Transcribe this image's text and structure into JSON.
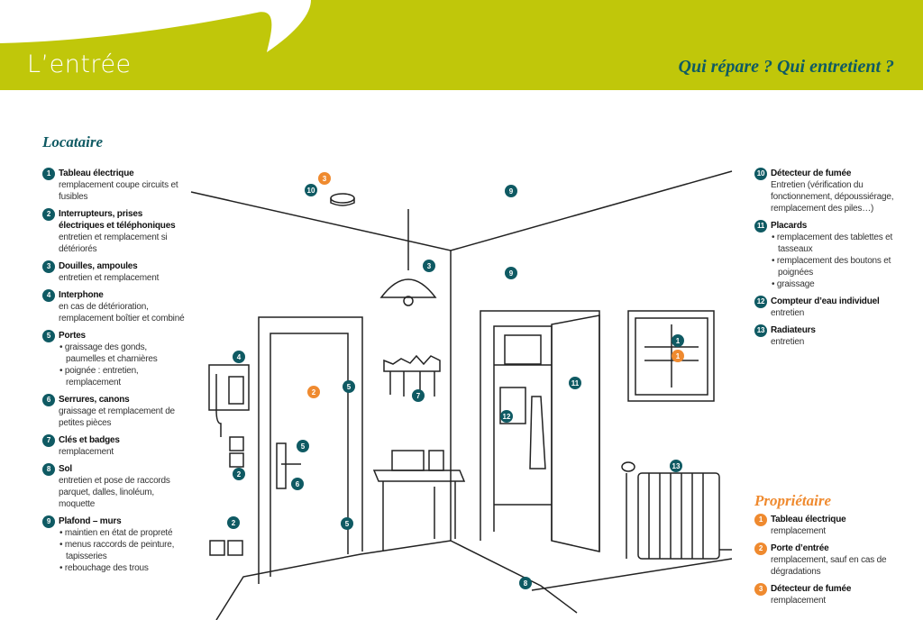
{
  "header": {
    "title": "L’entrée",
    "subtitle": "Qui répare ? Qui entretient ?"
  },
  "colors": {
    "brand_green": "#c0c70a",
    "teal": "#0f5a63",
    "orange": "#ef8a2f"
  },
  "locataire": {
    "heading": "Locataire",
    "items": [
      {
        "n": "1",
        "title": "Tableau électrique",
        "desc": [
          "remplacement coupe circuits et fusibles"
        ],
        "bullets": []
      },
      {
        "n": "2",
        "title": "Interrupteurs, prises électriques et téléphoniques",
        "desc": [
          "entretien et remplacement si détériorés"
        ],
        "bullets": []
      },
      {
        "n": "3",
        "title": "Douilles, ampoules",
        "desc": [
          "entretien et remplacement"
        ],
        "bullets": []
      },
      {
        "n": "4",
        "title": "Interphone",
        "desc": [
          "en cas de détérioration, remplacement boîtier et combiné"
        ],
        "bullets": []
      },
      {
        "n": "5",
        "title": "Portes",
        "desc": [],
        "bullets": [
          "graissage des gonds, paumelles et charnières",
          "poignée : entretien, remplacement"
        ]
      },
      {
        "n": "6",
        "title": "Serrures, canons",
        "desc": [
          "graissage et remplacement de petites pièces"
        ],
        "bullets": []
      },
      {
        "n": "7",
        "title": "Clés et badges",
        "desc": [
          "remplacement"
        ],
        "bullets": []
      },
      {
        "n": "8",
        "title": "Sol",
        "desc": [
          "entretien et pose de raccords parquet, dalles, linoléum, moquette"
        ],
        "bullets": []
      },
      {
        "n": "9",
        "title": "Plafond – murs",
        "desc": [],
        "bullets": [
          "maintien en état de propreté",
          "menus raccords de peinture, tapisseries",
          "rebouchage des trous"
        ]
      },
      {
        "n": "10",
        "title": "Détecteur de fumée",
        "desc": [
          "Entretien (vérification du fonctionnement, dépoussiérage, remplacement des piles…)"
        ],
        "bullets": []
      },
      {
        "n": "11",
        "title": "Placards",
        "desc": [],
        "bullets": [
          "remplacement des tablettes et tasseaux",
          "remplacement des boutons et poignées",
          "graissage"
        ]
      },
      {
        "n": "12",
        "title": "Compteur d’eau individuel",
        "desc": [
          "entretien"
        ],
        "bullets": []
      },
      {
        "n": "13",
        "title": "Radiateurs",
        "desc": [
          "entretien"
        ],
        "bullets": []
      }
    ]
  },
  "proprietaire": {
    "heading": "Propriétaire",
    "items": [
      {
        "n": "1",
        "title": "Tableau électrique",
        "desc": [
          "remplacement"
        ],
        "bullets": []
      },
      {
        "n": "2",
        "title": "Porte d’entrée",
        "desc": [
          "remplacement, sauf en cas de dégradations"
        ],
        "bullets": []
      },
      {
        "n": "3",
        "title": "Détecteur de fumée",
        "desc": [
          "remplacement"
        ],
        "bullets": []
      }
    ]
  },
  "illustration_markers": [
    {
      "n": "3",
      "kind": "orange"
    },
    {
      "n": "10",
      "kind": "teal"
    },
    {
      "n": "9",
      "kind": "teal"
    },
    {
      "n": "3",
      "kind": "teal"
    },
    {
      "n": "9",
      "kind": "teal"
    },
    {
      "n": "4",
      "kind": "teal"
    },
    {
      "n": "2",
      "kind": "orange"
    },
    {
      "n": "5",
      "kind": "teal"
    },
    {
      "n": "7",
      "kind": "teal"
    },
    {
      "n": "11",
      "kind": "teal"
    },
    {
      "n": "1",
      "kind": "teal"
    },
    {
      "n": "1",
      "kind": "orange"
    },
    {
      "n": "12",
      "kind": "teal"
    },
    {
      "n": "5",
      "kind": "teal"
    },
    {
      "n": "2",
      "kind": "teal"
    },
    {
      "n": "6",
      "kind": "teal"
    },
    {
      "n": "13",
      "kind": "teal"
    },
    {
      "n": "2",
      "kind": "teal"
    },
    {
      "n": "5",
      "kind": "teal"
    },
    {
      "n": "8",
      "kind": "teal"
    }
  ]
}
